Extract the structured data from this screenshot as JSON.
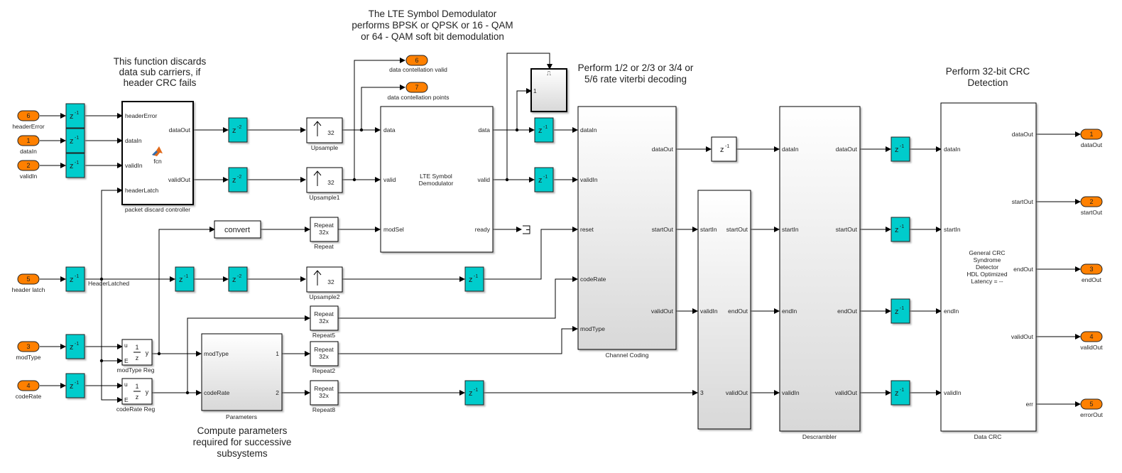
{
  "annotations": {
    "packet_discard": [
      "This function discards",
      "data sub carriers, if",
      "header CRC fails"
    ],
    "lte_demod": [
      "The LTE Symbol Demodulator",
      "performs BPSK or QPSK or 16 - QAM",
      "or 64 - QAM soft bit demodulation"
    ],
    "viterbi": [
      "Perform 1/2 or 2/3 or 3/4 or",
      "5/6 rate viterbi decoding"
    ],
    "crc": [
      "Perform 32-bit CRC",
      "Detection"
    ],
    "parameters": [
      "Compute parameters",
      "required for successive",
      "subsystems"
    ]
  },
  "inports": [
    {
      "num": "6",
      "label": "headerError"
    },
    {
      "num": "1",
      "label": "dataIn"
    },
    {
      "num": "2",
      "label": "validIn"
    },
    {
      "num": "5",
      "label": "header latch"
    },
    {
      "num": "3",
      "label": "modType"
    },
    {
      "num": "4",
      "label": "codeRate"
    }
  ],
  "outports": [
    {
      "num": "1",
      "label": "dataOut"
    },
    {
      "num": "2",
      "label": "startOut"
    },
    {
      "num": "3",
      "label": "endOut"
    },
    {
      "num": "4",
      "label": "validOut"
    },
    {
      "num": "5",
      "label": "errorOut"
    },
    {
      "num": "6",
      "label": "data contellation valid"
    },
    {
      "num": "7",
      "label": "data contellation points"
    }
  ],
  "delay": {
    "z": "z",
    "exp1": "-1",
    "exp2": "-2"
  },
  "packet_discard": {
    "name": "packet discard controller",
    "inputs": [
      "headerError",
      "dataIn",
      "validIn",
      "headerLatch"
    ],
    "outputs": [
      "dataOut",
      "validOut"
    ],
    "icon_label": "fcn"
  },
  "signal_label": "HeaderLatched",
  "registers": [
    {
      "name": "modType Reg",
      "u": "u",
      "e": "E",
      "num": "1",
      "den": "z",
      "y": "y"
    },
    {
      "name": "codeRate Reg",
      "u": "u",
      "e": "E",
      "num": "1",
      "den": "z",
      "y": "y"
    }
  ],
  "convert": "convert",
  "upsample": {
    "factor": "32",
    "names": [
      "Upsample",
      "Upsample1",
      "Upsample2"
    ]
  },
  "repeat": {
    "text1": "Repeat",
    "text2": "32x",
    "names": [
      "Repeat",
      "Repeat5",
      "Repeat2",
      "Repeat8"
    ]
  },
  "parameters": {
    "name": "Parameters",
    "inputs": [
      "modType",
      "codeRate"
    ],
    "outputs": [
      "1",
      "2"
    ]
  },
  "lte": {
    "title": [
      "LTE Symbol",
      "Demodulator"
    ],
    "inputs": [
      "data",
      "valid",
      "modSel"
    ],
    "outputs": [
      "data",
      "valid",
      "ready"
    ]
  },
  "scope": {
    "trigger": "⎍",
    "input": "1"
  },
  "channel_coding": {
    "name": "Channel Coding",
    "inputs": [
      "dataIn",
      "validIn",
      "reset",
      "codeRate",
      "modType"
    ],
    "outputs": [
      "dataOut",
      "startOut",
      "validOut"
    ]
  },
  "sync_block": {
    "inputs": [
      "startIn",
      "validIn",
      "3"
    ],
    "outputs": [
      "startOut",
      "endOut",
      "validOut"
    ]
  },
  "descrambler": {
    "name": "Descrambler",
    "inputs": [
      "dataIn",
      "startIn",
      "endIn",
      "validIn"
    ],
    "outputs": [
      "dataOut",
      "startOut",
      "endOut",
      "validOut"
    ]
  },
  "data_crc": {
    "name": "Data CRC",
    "inputs": [
      "dataIn",
      "startIn",
      "endIn",
      "validIn"
    ],
    "outputs": [
      "dataOut",
      "startOut",
      "endOut",
      "validOut",
      "err"
    ],
    "body": [
      "General CRC",
      "Syndrome",
      "Detector",
      "HDL Optimized",
      "Latency = --"
    ]
  },
  "colors": {
    "delay": "#00cccc",
    "port": "#ff8000",
    "wire": "#000000"
  }
}
